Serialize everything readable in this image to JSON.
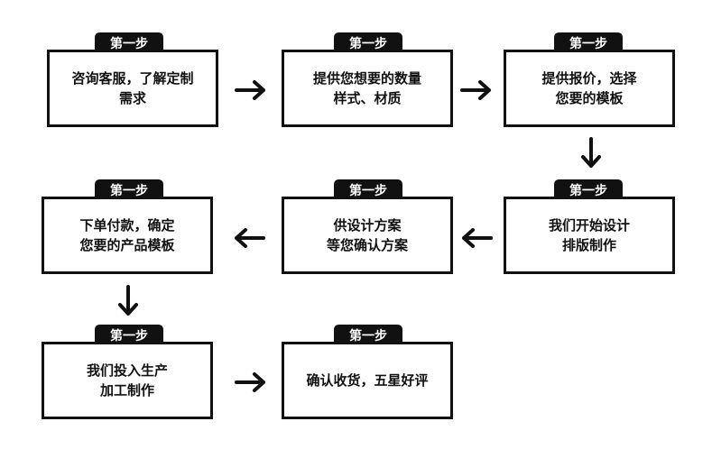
{
  "step_badge": "第一步",
  "boxes": [
    {
      "line1": "咨询客服，了解定制",
      "line2": "需求"
    },
    {
      "line1": "提供您想要的数量",
      "line2": "样式、材质"
    },
    {
      "line1": "提供报价，选择",
      "line2": "您要的模板"
    },
    {
      "line1": "我们开始设计",
      "line2": "排版制作"
    },
    {
      "line1": "供设计方案",
      "line2": "等您确认方案"
    },
    {
      "line1": "下单付款，确定",
      "line2": "您要的产品模板"
    },
    {
      "line1": "我们投入生产",
      "line2": "加工制作"
    },
    {
      "line1": "确认收货，五星好评",
      "line2": ""
    }
  ],
  "colors": {
    "badge": "#111111",
    "border": "#111111",
    "arrow": "#111111"
  },
  "icons": {
    "arrow": "arrow-icon"
  }
}
